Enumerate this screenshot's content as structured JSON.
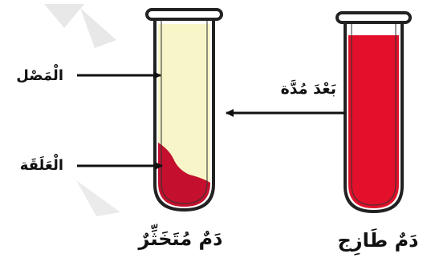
{
  "labels": {
    "plasma": "الْمَصْل",
    "clot": "الْعَلَقَة",
    "after_time": "بَعْدَ مُدَّة",
    "clotted_blood": "دَمٌ مُتَخَثِّرٌ",
    "fresh_blood": "دَمٌ طَازِج"
  },
  "icons": {
    "left_tube": "test-tube-icon",
    "right_tube": "test-tube-icon",
    "arrow": "arrow-left-icon",
    "watermark": "watermark-shape"
  },
  "colors": {
    "plasma": "#f8f6c8",
    "clot": "#c4102e",
    "fresh_blood": "#e2102a",
    "tube_outline": "#222222",
    "arrow": "#111111",
    "watermark": "#e4e4e4"
  }
}
